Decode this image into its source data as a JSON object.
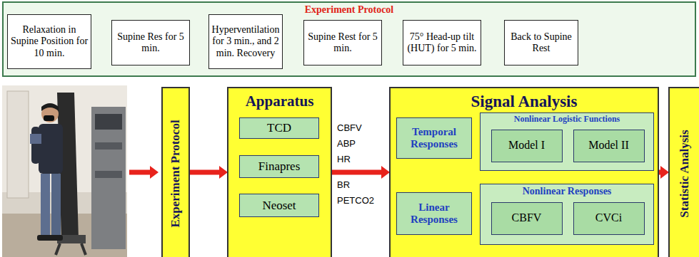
{
  "diagram": {
    "nodes": [
      {
        "text": [
          "Experiment Protocol"
        ]
      },
      {
        "text": [
          "Relaxation in Supine Position for 10 min."
        ],
        "in": 0
      },
      {
        "text": [
          "Supine Res for 5 min."
        ],
        "in": 0
      },
      {
        "text": [
          "Hyperventilation for 3 min., and 2 min. Recovery"
        ],
        "in": 0
      },
      {
        "text": [
          "Supine Rest for 5 min."
        ],
        "in": 0
      },
      {
        "text": [
          "75° Head-up tilt (HUT) for 5 min."
        ],
        "in": 0
      },
      {
        "text": [
          "Back to Supine Rest"
        ],
        "in": 0
      },
      {
        "text": [
          "Experiment Protocol"
        ]
      },
      {
        "text": [
          "Apparatus"
        ]
      },
      {
        "text": [
          "TCD"
        ],
        "in": 8
      },
      {
        "text": [
          "Finapres"
        ],
        "in": 8
      },
      {
        "text": [
          "Neoset"
        ],
        "in": 8
      },
      {
        "text": [
          "Signal Analysis"
        ]
      },
      {
        "text": [
          "Temporal Responses"
        ],
        "in": 12
      },
      {
        "text": [
          "Nonlinear Logistic Functions"
        ],
        "in": 12
      },
      {
        "text": [
          "Model I"
        ],
        "in": 14
      },
      {
        "text": [
          "Model II"
        ],
        "in": 14
      },
      {
        "text": [
          "Linear Responses"
        ],
        "in": 12
      },
      {
        "text": [
          "Nonlinear Responses"
        ],
        "in": 12
      },
      {
        "text": [
          "CBFV"
        ],
        "in": 18
      },
      {
        "text": [
          "CVCi"
        ],
        "in": 18
      },
      {
        "text": [
          "Statistic Analysis"
        ]
      }
    ],
    "edges": [
      {
        "from": 1,
        "to": 2,
        "arrow": "to"
      },
      {
        "from": 2,
        "to": 3,
        "arrow": "to"
      },
      {
        "from": 3,
        "to": 4,
        "arrow": "to"
      },
      {
        "from": 4,
        "to": 5,
        "arrow": "to"
      },
      {
        "from": 5,
        "to": 6,
        "arrow": "to"
      },
      {
        "from": 7,
        "to": 8,
        "arrow": "to"
      },
      {
        "from": 8,
        "to": 12,
        "arrow": "to"
      },
      {
        "from": 12,
        "to": 21,
        "arrow": "to"
      },
      {
        "from": 14,
        "to": 18,
        "arrow": "to"
      }
    ],
    "labels": [
      "CBFV",
      "ABP",
      "HR",
      "BR",
      "PETCO2"
    ]
  }
}
